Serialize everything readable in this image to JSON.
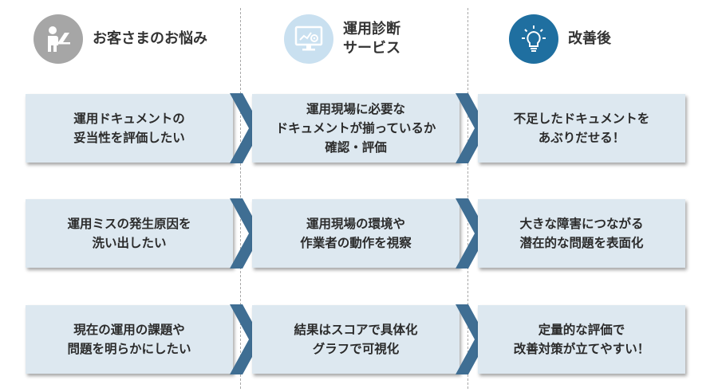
{
  "columns": [
    {
      "title": "お客さまのお悩み",
      "icon": "person-at-laptop-icon",
      "icon_bg": "#a6a6a6"
    },
    {
      "title": "運用診断\nサービス",
      "icon": "monitor-settings-icon",
      "icon_bg": "#c9e0f0"
    },
    {
      "title": "改善後",
      "icon": "lightbulb-icon",
      "icon_bg": "#1f6fa0"
    }
  ],
  "rows": [
    [
      "運用ドキュメントの\n妥当性を評価したい",
      "運用現場に必要な\nドキュメントが揃っているか\n確認・評価",
      "不足したドキュメントを\nあぶりだせる！"
    ],
    [
      "運用ミスの発生原因を\n洗い出したい",
      "運用現場の環境や\n作業者の動作を視察",
      "大きな障害につながる\n潜在的な問題を表面化"
    ],
    [
      "現在の運用の課題や\n問題を明らかにしたい",
      "結果はスコアで具体化\nグラフで可視化",
      "定量的な評価で\n改善対策が立てやすい！"
    ]
  ],
  "colors": {
    "card_bg": "#dde8f0",
    "arrow": "#3f6e93",
    "text": "#2b2b2b"
  }
}
